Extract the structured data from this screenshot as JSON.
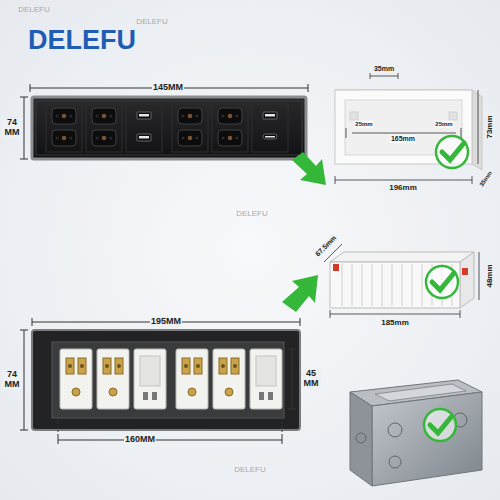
{
  "diagram": {
    "title": "DELEFU",
    "labels": [
      "145MM",
      "74 MM",
      "35mm",
      "25mm",
      "25mm",
      "165mm",
      "196mm",
      "73mm",
      "35mm",
      "67.5mm",
      "48mm",
      "185mm",
      "195MM",
      "74 MM",
      "45 MM",
      "160MM",
      "DELEFU",
      "DELEFU",
      "DELEFU",
      "DELEFU"
    ]
  }
}
